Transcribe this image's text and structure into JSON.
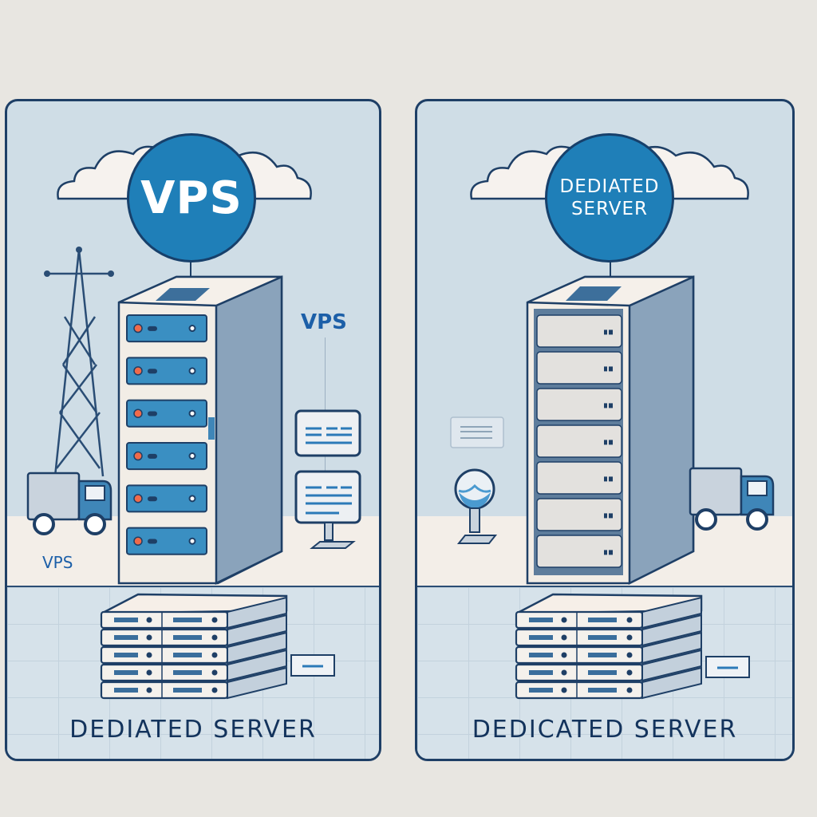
{
  "title": "VPS vs Dedicated Server",
  "colors": {
    "background": "#e8e6e1",
    "panel": "#cfdde6",
    "outline": "#1e3f66",
    "badge": "#1f7fb8",
    "accent_led": "#f06a4a",
    "caption": "#13335c"
  },
  "left_panel": {
    "badge_text": "VPS",
    "floating_label": "VPS",
    "platform_label": "VPS",
    "caption": "DEDIATED SERVER",
    "rack_units": 6,
    "icons": [
      "cloud-icon",
      "cell-tower-icon",
      "delivery-truck-icon",
      "server-rack-icon",
      "monitor-icon",
      "server-stack-icon"
    ]
  },
  "right_panel": {
    "badge_line1": "DEDIATED",
    "badge_line2": "SERVER",
    "caption": "DEDICATED SERVER",
    "rack_units": 7,
    "icons": [
      "cloud-icon",
      "server-rack-icon",
      "webcam-icon",
      "sign-icon",
      "delivery-truck-icon",
      "server-stack-icon"
    ]
  }
}
